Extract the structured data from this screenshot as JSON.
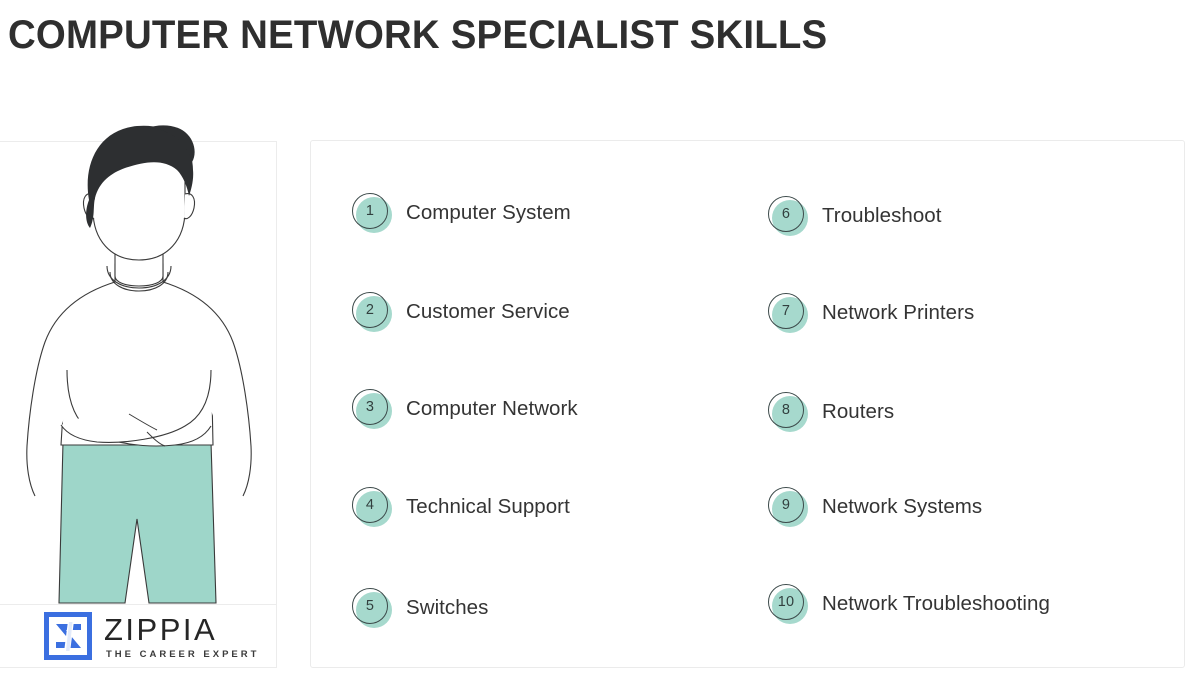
{
  "page": {
    "title": "COMPUTER NETWORK SPECIALIST SKILLS",
    "background_color": "#ffffff",
    "accent_color": "#9ed6c9",
    "text_color": "#343434",
    "border_color": "#ebebeb"
  },
  "illustration": {
    "alt_name": "person-line-art-illustration",
    "hair_color": "#2d2f31",
    "pants_color": "#9ed6c9",
    "outline_color": "#3a3a3a",
    "shirt_color": "#ffffff"
  },
  "logo": {
    "mark_name": "zippia-z-logo-icon",
    "mark_color": "#3b6fe0",
    "wordmark": "ZIPPIA",
    "tagline": "THE CAREER EXPERT"
  },
  "skills": {
    "left_column": [
      {
        "number": "1",
        "label": "Computer System"
      },
      {
        "number": "2",
        "label": "Customer Service"
      },
      {
        "number": "3",
        "label": "Computer Network"
      },
      {
        "number": "4",
        "label": "Technical Support"
      },
      {
        "number": "5",
        "label": "Switches"
      }
    ],
    "right_column": [
      {
        "number": "6",
        "label": "Troubleshoot"
      },
      {
        "number": "7",
        "label": "Network Printers"
      },
      {
        "number": "8",
        "label": "Routers"
      },
      {
        "number": "9",
        "label": "Network Systems"
      },
      {
        "number": "10",
        "label": "Network Troubleshooting"
      }
    ]
  }
}
